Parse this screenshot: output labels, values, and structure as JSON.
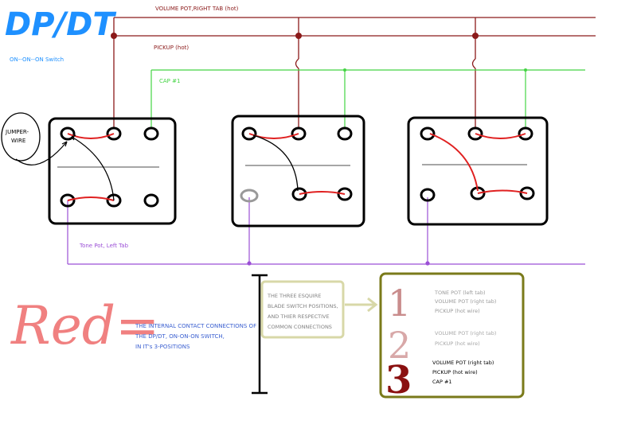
{
  "title": "DP/DT",
  "subtitle": "ON--ON--ON Switch",
  "wire_labels": {
    "volume": "VOLUME POT,RIGHT TAB (hot)",
    "pickup": "PICKUP (hot)",
    "cap": "CAP #1",
    "tone": "Tone Pot, Left Tab"
  },
  "jumper_label": [
    "JUMPER-",
    "WIRE"
  ],
  "red_legend": {
    "word": "Red=",
    "lines": [
      "THE INTERNAL CONTACT CONNECTIONS OF",
      "THE DP/DT, ON-ON-ON SWITCH,",
      "IN IT's 3-POSITIONS"
    ]
  },
  "positions_note": [
    "THE THREE ESQUIRE",
    "BLADE SWITCH POSITIONS,",
    "AND THIER RESPECTIVE",
    "COMMON CONNECTIONS"
  ],
  "positions": [
    {
      "number": "1",
      "items": [
        "TONE POT (left tab)",
        "VOLUME POT (right tab)",
        "PICKUP (hot wire)"
      ]
    },
    {
      "number": "2",
      "items": [
        "VOLUME POT (right tab)",
        "PICKUP (hot wire)"
      ]
    },
    {
      "number": "3",
      "items": [
        "VOLUME POT (right tab)",
        "PICKUP (hot wire)",
        "CAP #1"
      ]
    }
  ],
  "colors": {
    "volume_wire": "#8b1a1a",
    "cap_wire": "#44d444",
    "tone_wire": "#9b4fd6",
    "internal": "#e02020",
    "jumper": "#000000",
    "blue_text": "#1e90ff",
    "box_border": "#d8d8a8",
    "panel_border": "#7a7a1a",
    "pos1": "#c98c8c",
    "pos2": "#d8a8a8",
    "pos3": "#8a1010"
  }
}
